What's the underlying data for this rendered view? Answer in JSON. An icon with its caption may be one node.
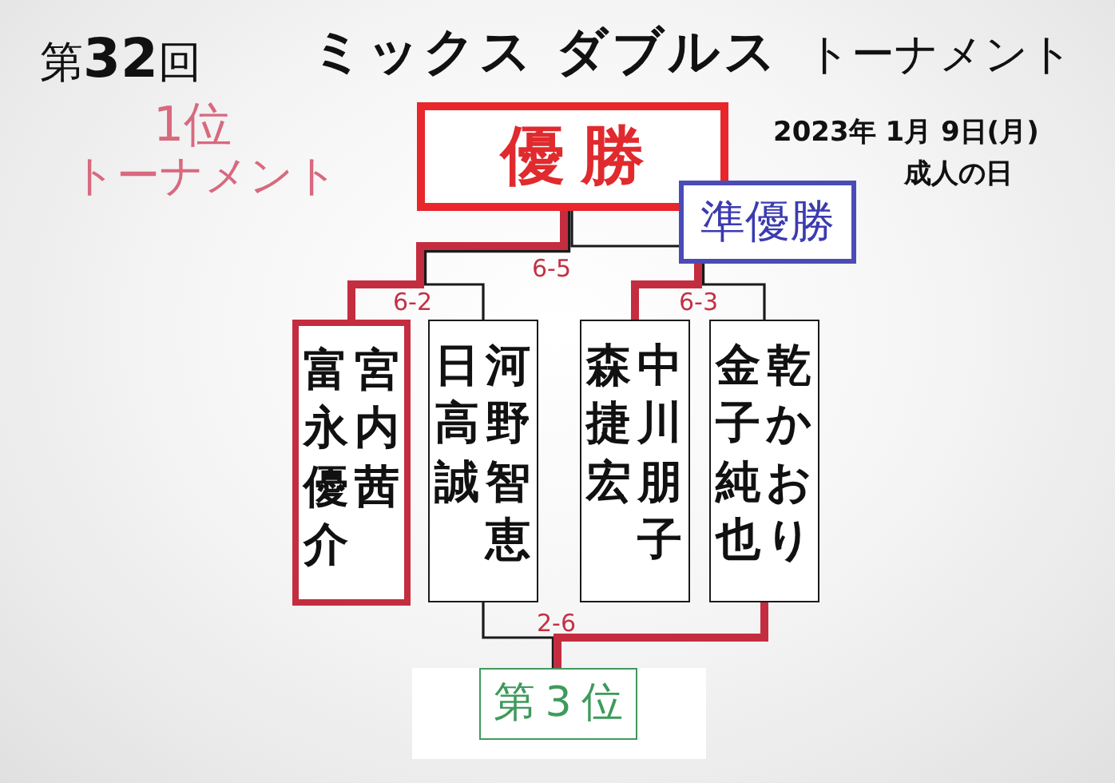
{
  "diagram": {
    "title": "ミックス ダブルス",
    "nodes": [
      {
        "text": [
          "優勝"
        ]
      },
      {
        "text": [
          "準優勝"
        ]
      },
      {
        "text": [
          "富永優介",
          "宮内茜"
        ]
      },
      {
        "text": [
          "日高誠",
          "河野智恵"
        ]
      },
      {
        "text": [
          "森捷宏",
          "中川朋子"
        ]
      },
      {
        "text": [
          "金子純也",
          "乾かおり"
        ]
      },
      {
        "text": [
          "第3位"
        ]
      }
    ],
    "edges": [
      {
        "from": 2,
        "to": 0,
        "arrow": "none",
        "style": "thick",
        "color": "#c42d3f"
      },
      {
        "from": 3,
        "to": 0,
        "arrow": "none",
        "label": "6-2"
      },
      {
        "from": 1,
        "to": 0,
        "arrow": "none",
        "label": "6-5"
      },
      {
        "from": 4,
        "to": 1,
        "arrow": "none",
        "style": "thick",
        "color": "#c42d3f"
      },
      {
        "from": 5,
        "to": 1,
        "arrow": "none",
        "label": "6-3"
      },
      {
        "from": 3,
        "to": 6,
        "arrow": "none"
      },
      {
        "from": 5,
        "to": 6,
        "arrow": "none",
        "label": "2-6",
        "style": "thick",
        "color": "#c42d3f"
      }
    ],
    "labels": [
      "第**32**回",
      "トーナメント",
      "1位",
      "トーナメント",
      "2023年 1月 9日(月)",
      "成人の日"
    ]
  }
}
